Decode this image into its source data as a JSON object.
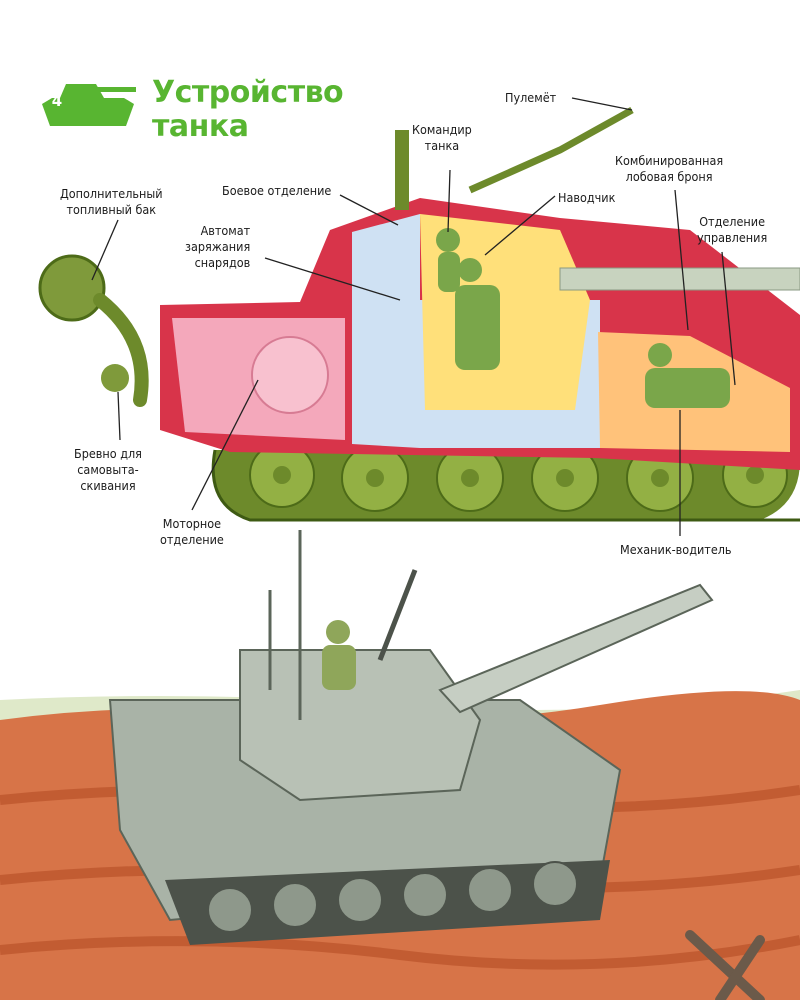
{
  "page": {
    "number": "4",
    "title_line1": "Устройство",
    "title_line2": "танка"
  },
  "labels": {
    "machine_gun": "Пулемёт",
    "commander_l1": "Командир",
    "commander_l2": "танка",
    "fighting_compartment": "Боевое отделение",
    "gunner": "Наводчик",
    "combined_armor_l1": "Комбинированная",
    "combined_armor_l2": "лобовая броня",
    "fuel_tank_l1": "Дополнительный",
    "fuel_tank_l2": "топливный бак",
    "autoloader_l1": "Автомат",
    "autoloader_l2": "заряжания",
    "autoloader_l3": "снарядов",
    "control_l1": "Отделение",
    "control_l2": "управления",
    "log_l1": "Бревно для",
    "log_l2": "самовыта-",
    "log_l3": "скивания",
    "engine_l1": "Моторное",
    "engine_l2": "отделение",
    "driver": "Механик-водитель"
  },
  "colors": {
    "brand_green": "#58b531",
    "armor_red": "#d8344a",
    "engine_pink": "#f4a8bb",
    "fighting_blue": "#cfe1f3",
    "crew_yellow": "#ffe07a",
    "control_orange": "#ffc27a",
    "olive_green": "#7f9a3b",
    "tank_gray": "#a9b3a7",
    "ground": "#c8602f"
  }
}
